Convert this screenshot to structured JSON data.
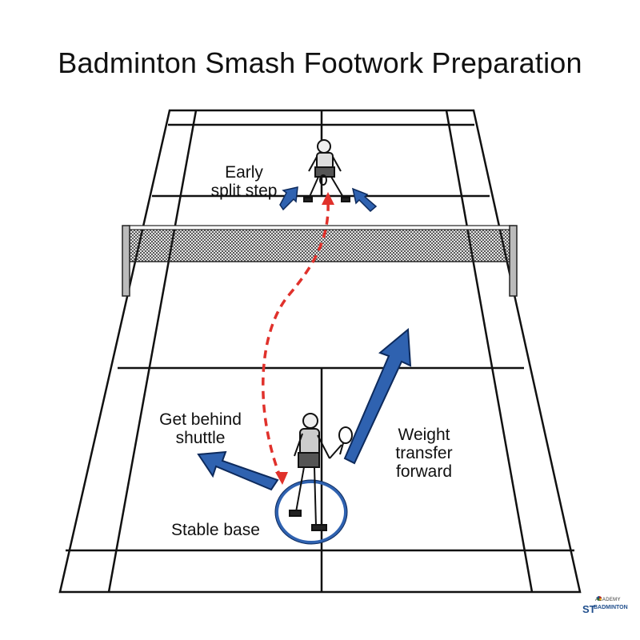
{
  "title": "Badminton Smash Footwork Preparation",
  "labels": {
    "split_step_line1": "Early",
    "split_step_line2": "split step",
    "get_behind_line1": "Get behind",
    "get_behind_line2": "shuttle",
    "weight_line1": "Weight",
    "weight_line2": "transfer",
    "weight_line3": "forward",
    "stable_base": "Stable base"
  },
  "logo": {
    "mark": "ST",
    "line1": "ACADEMY",
    "line2": "BADMINTON"
  },
  "colors": {
    "court_line": "#111111",
    "arrow_blue": "#2f62b0",
    "arrow_outline": "#0d2a5c",
    "shuttle_path": "#e0312b",
    "base_ring": "#2f62b0",
    "net": "#222222"
  }
}
